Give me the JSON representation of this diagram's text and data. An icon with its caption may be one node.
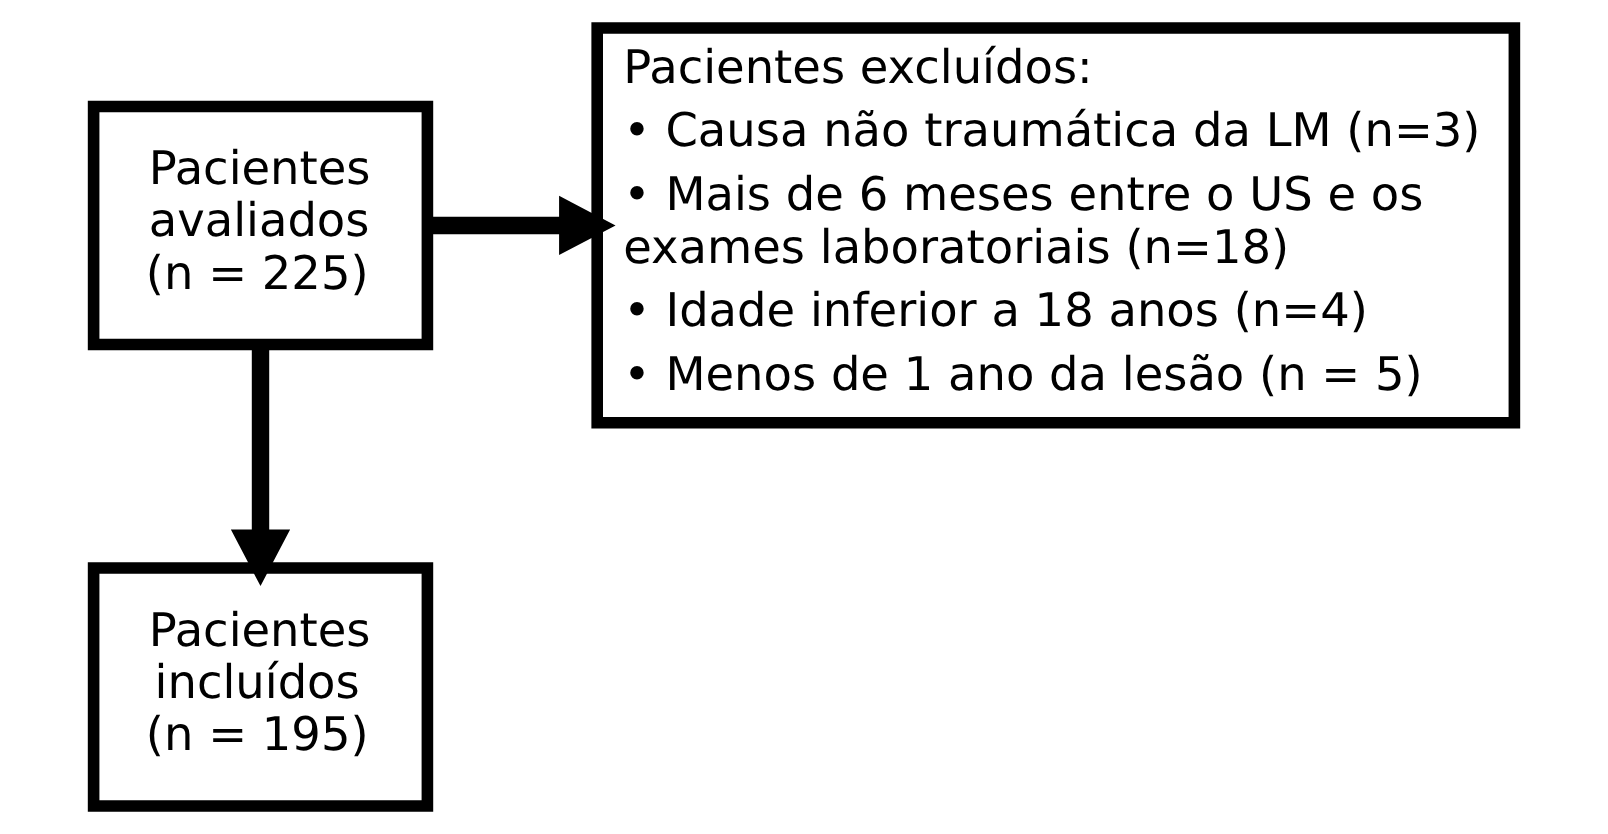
{
  "diagram": {
    "nodes": [
      {
        "text": [
          "Pacientes avaliados (n = 225)"
        ]
      },
      {
        "text": [
          "Pacientes excluídos:",
          "• Causa não traumática da LM (n=3)",
          "• Mais de 6 meses entre o US e os exames laboratoriais (n=18)",
          "• Idade inferior a 18 anos (n=4)",
          "• Menos de 1 ano da lesão (n = 5)"
        ]
      },
      {
        "text": [
          "Pacientes incluídos (n = 195)"
        ]
      }
    ],
    "edges": [
      {
        "from": 0,
        "to": 1,
        "arrow": "to"
      },
      {
        "from": 0,
        "to": 2,
        "arrow": "to"
      }
    ]
  }
}
